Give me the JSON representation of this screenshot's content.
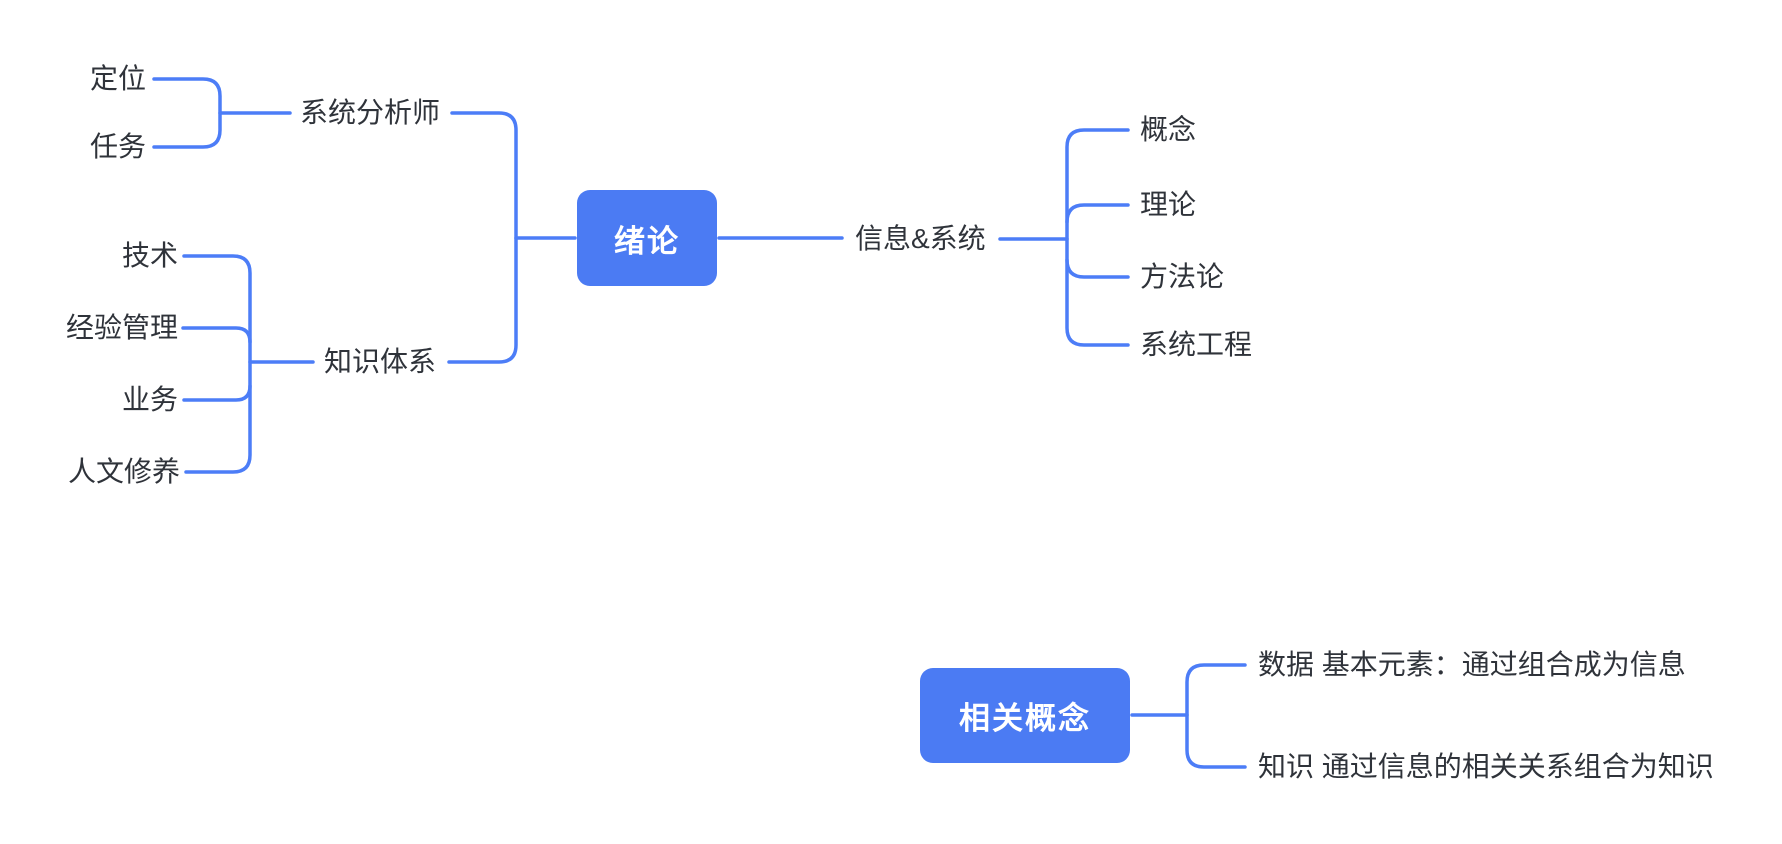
{
  "colors": {
    "line": "#4C7DF7",
    "node_fill": "#4B7BF3",
    "node_text": "#FFFFFF",
    "branch_text": "#2F333A",
    "background": "#FFFFFF"
  },
  "nodes": {
    "intro": "绪论",
    "analyst": "系统分析师",
    "positioning": "定位",
    "task": "任务",
    "knowledge_system": "知识体系",
    "technology": "技术",
    "experience_management": "经验管理",
    "business": "业务",
    "humanities": "人文修养",
    "info_and_system": "信息&系统",
    "concept": "概念",
    "theory": "理论",
    "methodology": "方法论",
    "systems_engineering": "系统工程",
    "related_concepts": "相关概念",
    "data_note": "数据 基本元素：通过组合成为信息",
    "knowledge_note": "知识 通过信息的相关关系组合为知识"
  },
  "structure": [
    {
      "root": "绪论",
      "left_branches": [
        {
          "label": "系统分析师",
          "children": [
            "定位",
            "任务"
          ]
        },
        {
          "label": "知识体系",
          "children": [
            "技术",
            "经验管理",
            "业务",
            "人文修养"
          ]
        }
      ],
      "right_branches": [
        {
          "label": "信息&系统",
          "children": [
            "概念",
            "理论",
            "方法论",
            "系统工程"
          ]
        }
      ]
    },
    {
      "root": "相关概念",
      "right_branches": [
        {
          "label": "数据 基本元素：通过组合成为信息",
          "children": []
        },
        {
          "label": "知识 通过信息的相关关系组合为知识",
          "children": []
        }
      ]
    }
  ]
}
